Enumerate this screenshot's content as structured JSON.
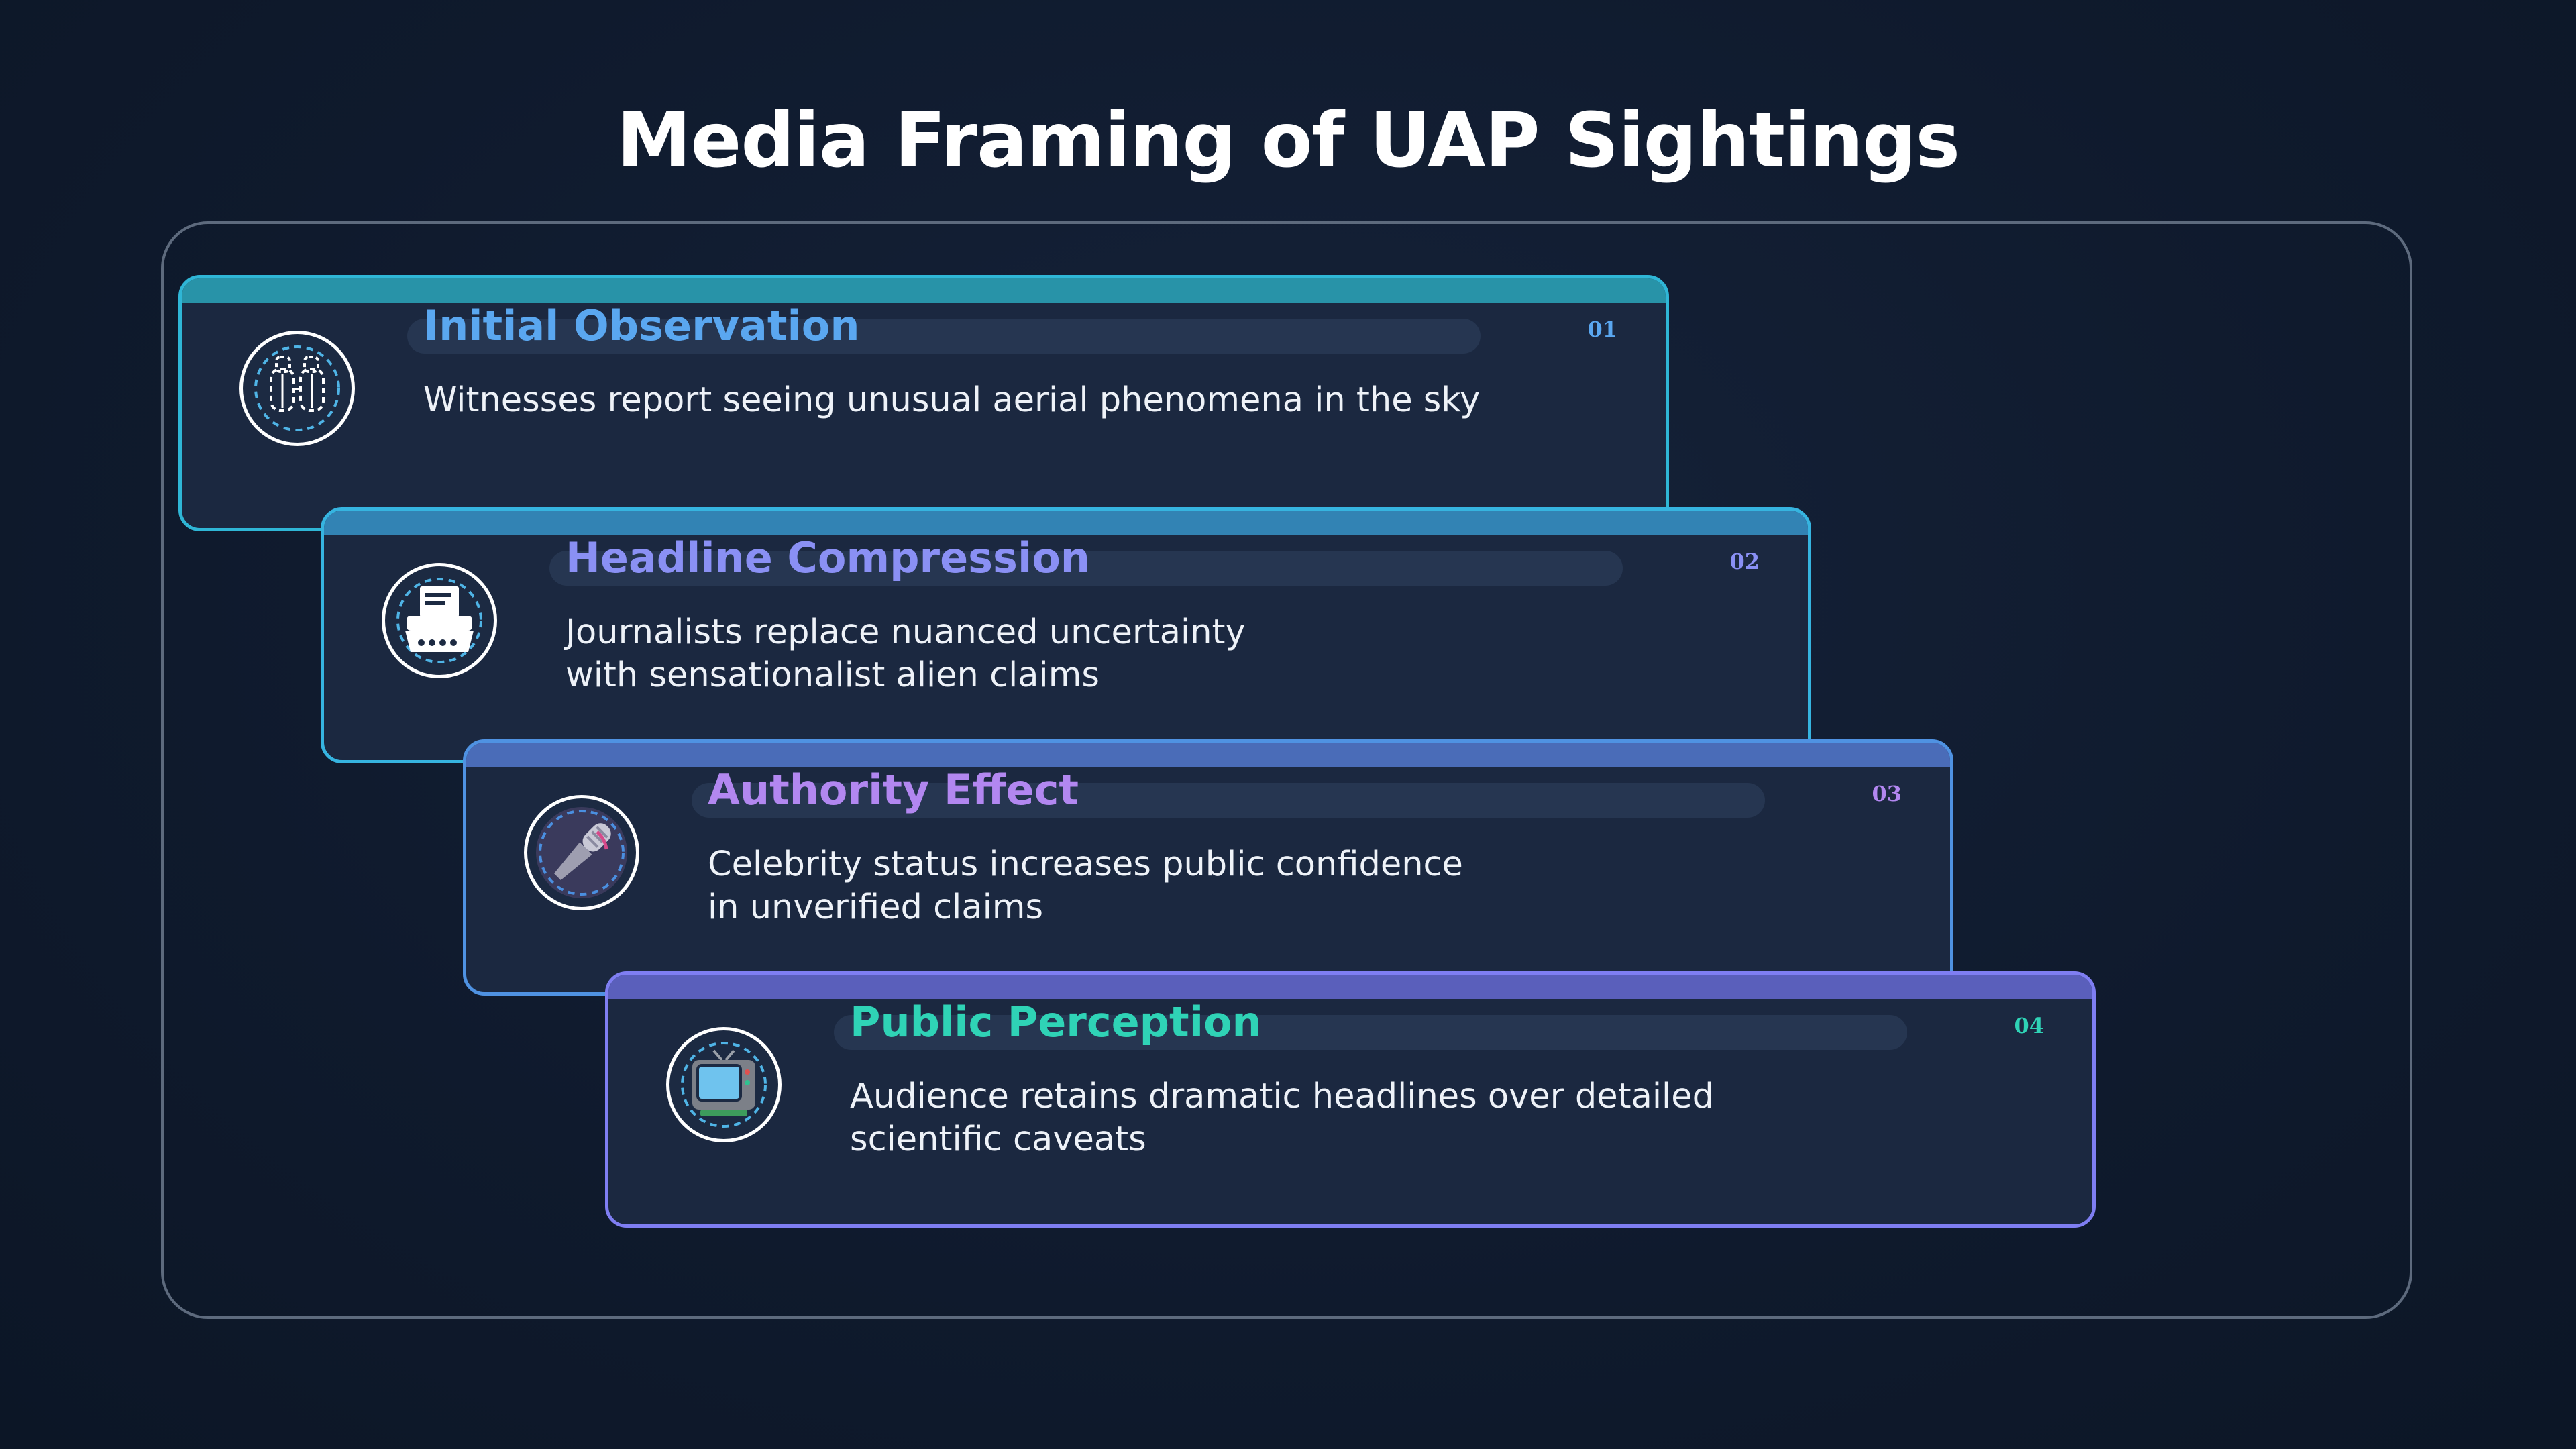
{
  "title": "Media Framing of UAP Sightings",
  "stages": [
    {
      "number": "01",
      "title": "Initial Observation",
      "description": "Witnesses report seeing unusual aerial phenomena in the sky",
      "icon": "binoculars-icon",
      "accent": "#5aa7f0",
      "border": "#2fb6d6",
      "topbar": "#2893a8"
    },
    {
      "number": "02",
      "title": "Headline Compression",
      "description": "Journalists replace nuanced uncertainty\nwith sensationalist alien claims",
      "icon": "typewriter-icon",
      "accent": "#8a90f4",
      "border": "#36b4e0",
      "topbar": "#3283b4"
    },
    {
      "number": "03",
      "title": "Authority Effect",
      "description": "Celebrity status increases public confidence\nin unverified claims",
      "icon": "microphone-icon",
      "accent": "#b287f0",
      "border": "#4f92e2",
      "topbar": "#4a6cb8"
    },
    {
      "number": "04",
      "title": "Public Perception",
      "description": "Audience retains dramatic headlines over detailed\nscientific caveats",
      "icon": "television-icon",
      "accent": "#2fd3b6",
      "border": "#7f7ef2",
      "topbar": "#5a5fbb"
    }
  ]
}
